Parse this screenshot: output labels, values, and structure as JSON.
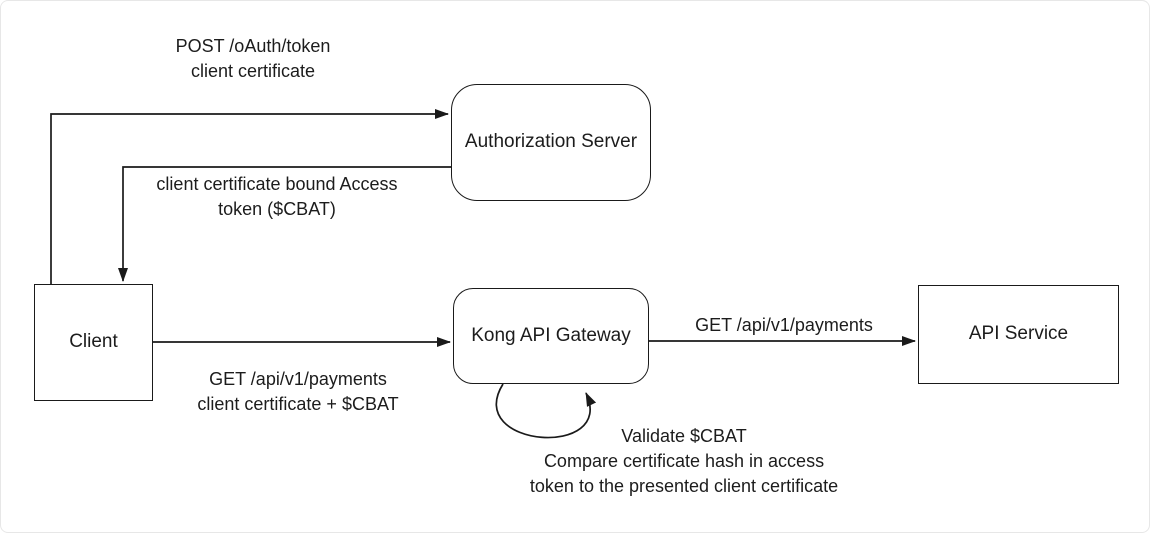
{
  "colors": {
    "stroke": "#1a1a1a",
    "text": "#1c1c1c",
    "node_fill": "#ffffff",
    "background": "#ffffff"
  },
  "nodes": {
    "client": {
      "label": "Client"
    },
    "auth_server": {
      "label": "Authorization Server"
    },
    "kong_gateway": {
      "label": "Kong API Gateway"
    },
    "api_service": {
      "label": "API Service"
    }
  },
  "edge_labels": {
    "post_token": {
      "lines": [
        "POST /oAuth/token",
        "client certificate"
      ]
    },
    "cbat_return": {
      "lines": [
        "client certificate bound Access",
        "token ($CBAT)"
      ]
    },
    "get_payments_client": {
      "lines": [
        "GET /api/v1/payments",
        "client certificate + $CBAT"
      ]
    },
    "get_payments_gateway": {
      "lines": [
        "GET /api/v1/payments"
      ]
    },
    "validate_loop": {
      "lines": [
        "Validate $CBAT",
        "Compare certificate hash in access",
        "token to the presented client certificate"
      ]
    }
  }
}
